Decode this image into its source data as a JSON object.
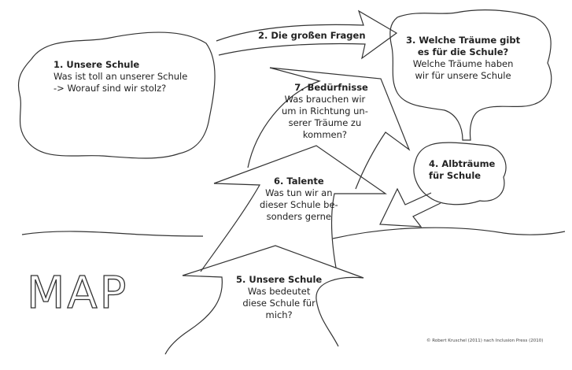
{
  "title": "MAP",
  "sections": [
    {
      "heading": "1. Unsere Schule",
      "lines": [
        "Was ist toll an unserer Schule",
        "-> Worauf sind wir stolz?"
      ]
    },
    {
      "heading": "2. Die großen Fragen",
      "lines": []
    },
    {
      "heading": "3. Welche Träume gibt",
      "heading2": "es für die Schule?",
      "lines": [
        "Welche Träume haben",
        "wir für unsere Schule"
      ]
    },
    {
      "heading": "4. Albträume",
      "heading2": "für Schule",
      "lines": []
    },
    {
      "heading": "5. Unsere Schule",
      "lines": [
        "Was bedeutet",
        "diese Schule für",
        "mich?"
      ]
    },
    {
      "heading": "6. Talente",
      "lines": [
        "Was tun wir an",
        "dieser Schule be-",
        "sonders gerne"
      ]
    },
    {
      "heading": "7. Bedürfnisse",
      "lines": [
        "Was brauchen wir",
        "um in Richtung un-",
        "serer Träume zu",
        "kommen?"
      ]
    }
  ],
  "copyright": "© Robert Kruschel (2011) nach Inclusion Press (2010)"
}
